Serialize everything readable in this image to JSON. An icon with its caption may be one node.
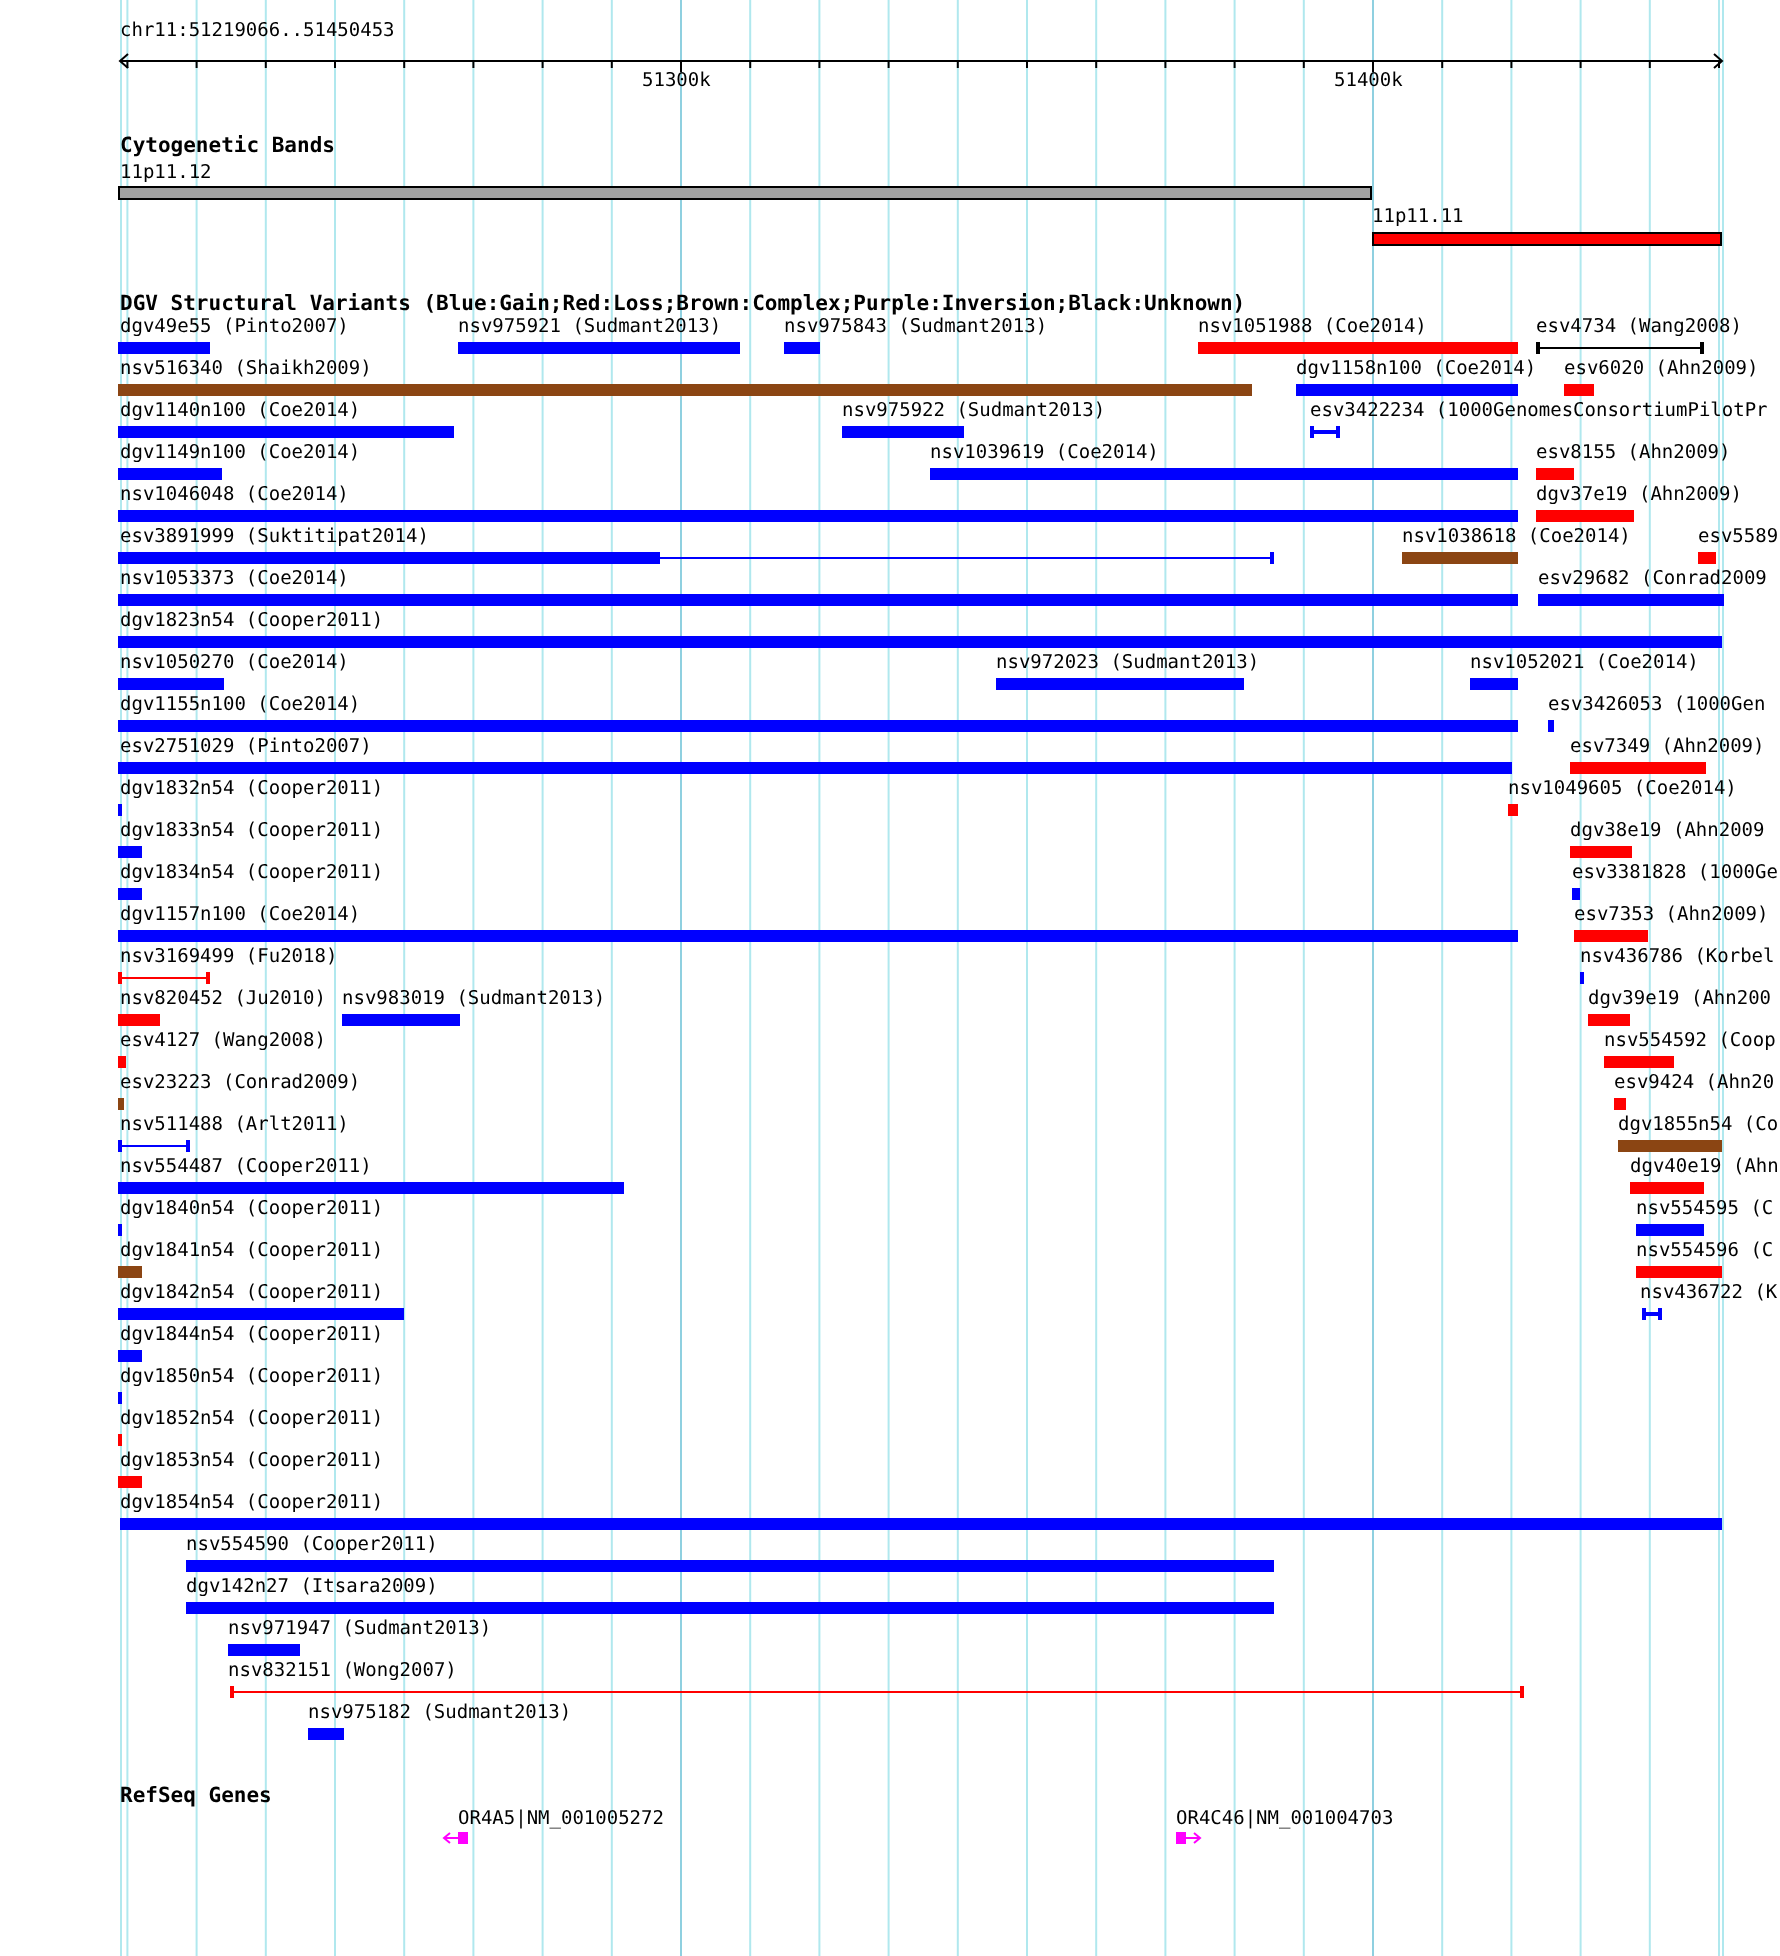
{
  "diagram": {
    "nodes": [
      {
        "text": [
          "11p11.12"
        ]
      },
      {
        "text": [
          "11p11.11"
        ]
      },
      {
        "text": [
          "dgv49e55 (Pinto2007)"
        ]
      },
      {
        "text": [
          "nsv975921 (Sudmant2013)"
        ]
      },
      {
        "text": [
          "nsv975843 (Sudmant2013)"
        ]
      },
      {
        "text": [
          "nsv1051988 (Coe2014)"
        ]
      },
      {
        "text": [
          "esv4734 (Wang2008)"
        ]
      },
      {
        "text": [
          "nsv516340 (Shaikh2009)"
        ]
      },
      {
        "text": [
          "dgv1158n100 (Coe2014)"
        ]
      },
      {
        "text": [
          "esv6020 (Ahn2009)"
        ]
      },
      {
        "text": [
          "dgv1140n100 (Coe2014)"
        ]
      },
      {
        "text": [
          "nsv975922 (Sudmant2013)"
        ]
      },
      {
        "text": [
          "esv3422234 (1000GenomesConsortiumPilotPr"
        ]
      },
      {
        "text": [
          "dgv1149n100 (Coe2014)"
        ]
      },
      {
        "text": [
          "nsv1039619 (Coe2014)"
        ]
      },
      {
        "text": [
          "esv8155 (Ahn2009)"
        ]
      },
      {
        "text": [
          "nsv1046048 (Coe2014)"
        ]
      },
      {
        "text": [
          "dgv37e19 (Ahn2009)"
        ]
      },
      {
        "text": [
          "esv3891999 (Suktitipat2014)"
        ]
      },
      {
        "text": [
          "nsv1038618 (Coe2014)"
        ]
      },
      {
        "text": [
          "esv5589"
        ]
      },
      {
        "text": [
          "nsv1053373 (Coe2014)"
        ]
      },
      {
        "text": [
          "esv29682 (Conrad2009"
        ]
      },
      {
        "text": [
          "dgv1823n54 (Cooper2011)"
        ]
      },
      {
        "text": [
          "nsv1050270 (Coe2014)"
        ]
      },
      {
        "text": [
          "nsv972023 (Sudmant2013)"
        ]
      },
      {
        "text": [
          "nsv1052021 (Coe2014)"
        ]
      },
      {
        "text": [
          "dgv1155n100 (Coe2014)"
        ]
      },
      {
        "text": [
          "esv3426053 (1000Gen"
        ]
      },
      {
        "text": [
          "esv2751029 (Pinto2007)"
        ]
      },
      {
        "text": [
          "esv7349 (Ahn2009)"
        ]
      },
      {
        "text": [
          "dgv1832n54 (Cooper2011)"
        ]
      },
      {
        "text": [
          "nsv1049605 (Coe2014)"
        ]
      },
      {
        "text": [
          "dgv1833n54 (Cooper2011)"
        ]
      },
      {
        "text": [
          "dgv38e19 (Ahn2009"
        ]
      },
      {
        "text": [
          "dgv1834n54 (Cooper2011)"
        ]
      },
      {
        "text": [
          "esv3381828 (1000Ge"
        ]
      },
      {
        "text": [
          "dgv1157n100 (Coe2014)"
        ]
      },
      {
        "text": [
          "esv7353 (Ahn2009)"
        ]
      },
      {
        "text": [
          "nsv3169499 (Fu2018)"
        ]
      },
      {
        "text": [
          "nsv436786 (Korbel"
        ]
      },
      {
        "text": [
          "nsv820452 (Ju2010)"
        ]
      },
      {
        "text": [
          "nsv983019 (Sudmant2013)"
        ]
      },
      {
        "text": [
          "dgv39e19 (Ahn200"
        ]
      },
      {
        "text": [
          "esv4127 (Wang2008)"
        ]
      },
      {
        "text": [
          "nsv554592 (Coop"
        ]
      },
      {
        "text": [
          "esv23223 (Conrad2009)"
        ]
      },
      {
        "text": [
          "esv9424 (Ahn20"
        ]
      },
      {
        "text": [
          "nsv511488 (Arlt2011)"
        ]
      },
      {
        "text": [
          "dgv1855n54 (Co"
        ]
      },
      {
        "text": [
          "nsv554487 (Cooper2011)"
        ]
      },
      {
        "text": [
          "dgv40e19 (Ahn"
        ]
      },
      {
        "text": [
          "dgv1840n54 (Cooper2011)"
        ]
      },
      {
        "text": [
          "nsv554595 (C"
        ]
      },
      {
        "text": [
          "dgv1841n54 (Cooper2011)"
        ]
      },
      {
        "text": [
          "nsv554596 (C"
        ]
      },
      {
        "text": [
          "dgv1842n54 (Cooper2011)"
        ]
      },
      {
        "text": [
          "nsv436722 (K"
        ]
      },
      {
        "text": [
          "dgv1844n54 (Cooper2011)"
        ]
      },
      {
        "text": [
          "dgv1850n54 (Cooper2011)"
        ]
      },
      {
        "text": [
          "dgv1852n54 (Cooper2011)"
        ]
      },
      {
        "text": [
          "dgv1853n54 (Cooper2011)"
        ]
      },
      {
        "text": [
          "dgv1854n54 (Cooper2011)"
        ]
      },
      {
        "text": [
          "nsv554590 (Cooper2011)"
        ]
      },
      {
        "text": [
          "dgv142n27 (Itsara2009)"
        ]
      },
      {
        "text": [
          "nsv971947 (Sudmant2013)"
        ]
      },
      {
        "text": [
          "nsv832151 (Wong2007)"
        ]
      },
      {
        "text": [
          "nsv975182 (Sudmant2013)"
        ]
      },
      {
        "text": [
          "OR4A5|NM_001005272"
        ]
      },
      {
        "text": [
          "OR4C46|NM_001004703"
        ]
      }
    ],
    "labels": [
      "chr11:51219066..51450453",
      "51300k",
      "51400k",
      "Cytogenetic Bands",
      "DGV Structural Variants (Blue:Gain;Red:Loss;Brown:Complex;Purple:Inversion;Black:Unknown)",
      "RefSeq Genes"
    ]
  }
}
